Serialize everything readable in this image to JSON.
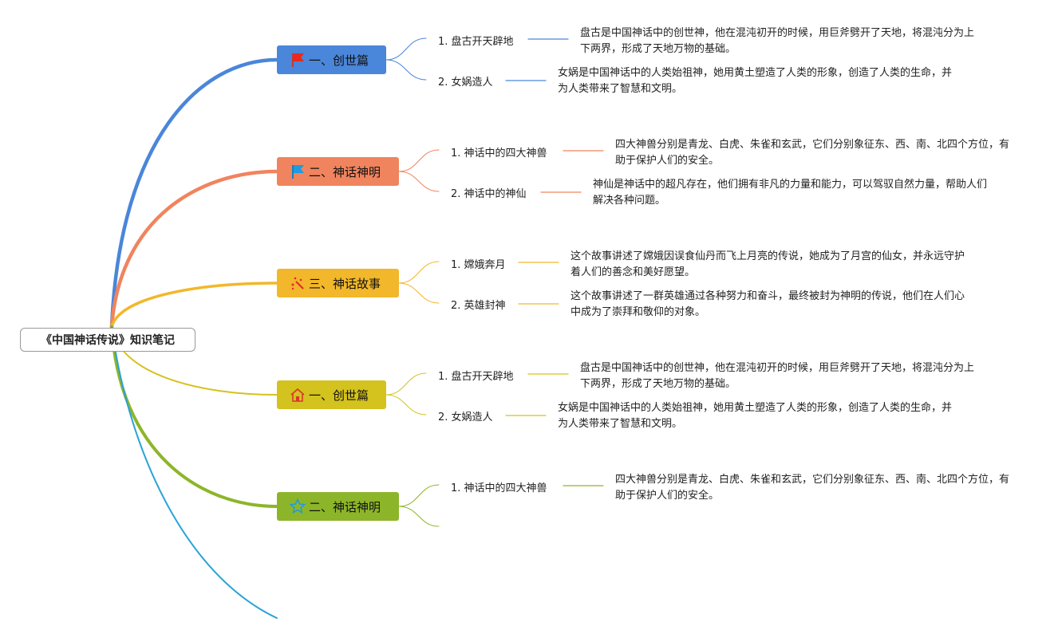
{
  "root": {
    "title": "《中国神话传说》知识笔记"
  },
  "branches": [
    {
      "label": "一、创世篇",
      "color": "#4a86d9",
      "icon": "red-flag-icon",
      "subs": [
        {
          "label": "1. 盘古开天辟地",
          "desc": "盘古是中国神话中的创世神，他在混沌初开的时候，用巨斧劈开了天地，将混沌分为上下两界，形成了天地万物的基础。"
        },
        {
          "label": "2. 女娲造人",
          "desc": "女娲是中国神话中的人类始祖神，她用黄土塑造了人类的形象，创造了人类的生命，并为人类带来了智慧和文明。"
        }
      ]
    },
    {
      "label": "二、神话神明",
      "color": "#f0845e",
      "icon": "blue-flag-icon",
      "subs": [
        {
          "label": "1. 神话中的四大神兽",
          "desc": "四大神兽分别是青龙、白虎、朱雀和玄武，它们分别象征东、西、南、北四个方位，有助于保护人们的安全。"
        },
        {
          "label": "2. 神话中的神仙",
          "desc": "神仙是神话中的超凡存在，他们拥有非凡的力量和能力，可以驾驭自然力量，帮助人们解决各种问题。"
        }
      ]
    },
    {
      "label": "三、神话故事",
      "color": "#f2b72a",
      "icon": "magic-wand-icon",
      "subs": [
        {
          "label": "1. 嫦娥奔月",
          "desc": "这个故事讲述了嫦娥因误食仙丹而飞上月亮的传说，她成为了月宫的仙女，并永远守护着人们的善念和美好愿望。"
        },
        {
          "label": "2. 英雄封神",
          "desc": "这个故事讲述了一群英雄通过各种努力和奋斗，最终被封为神明的传说，他们在人们心中成为了崇拜和敬仰的对象。"
        }
      ]
    },
    {
      "label": "一、创世篇",
      "color": "#d4c21e",
      "icon": "home-icon",
      "subs": [
        {
          "label": "1. 盘古开天辟地",
          "desc": "盘古是中国神话中的创世神，他在混沌初开的时候，用巨斧劈开了天地，将混沌分为上下两界，形成了天地万物的基础。"
        },
        {
          "label": "2. 女娲造人",
          "desc": "女娲是中国神话中的人类始祖神，她用黄土塑造了人类的形象，创造了人类的生命，并为人类带来了智慧和文明。"
        }
      ]
    },
    {
      "label": "二、神话神明",
      "color": "#8db52a",
      "icon": "star-icon",
      "subs": [
        {
          "label": "1. 神话中的四大神兽",
          "desc": "四大神兽分别是青龙、白虎、朱雀和玄武，它们分别象征东、西、南、北四个方位，有助于保护人们的安全。"
        }
      ]
    }
  ],
  "extra_branch_color": "#2aa3d8"
}
